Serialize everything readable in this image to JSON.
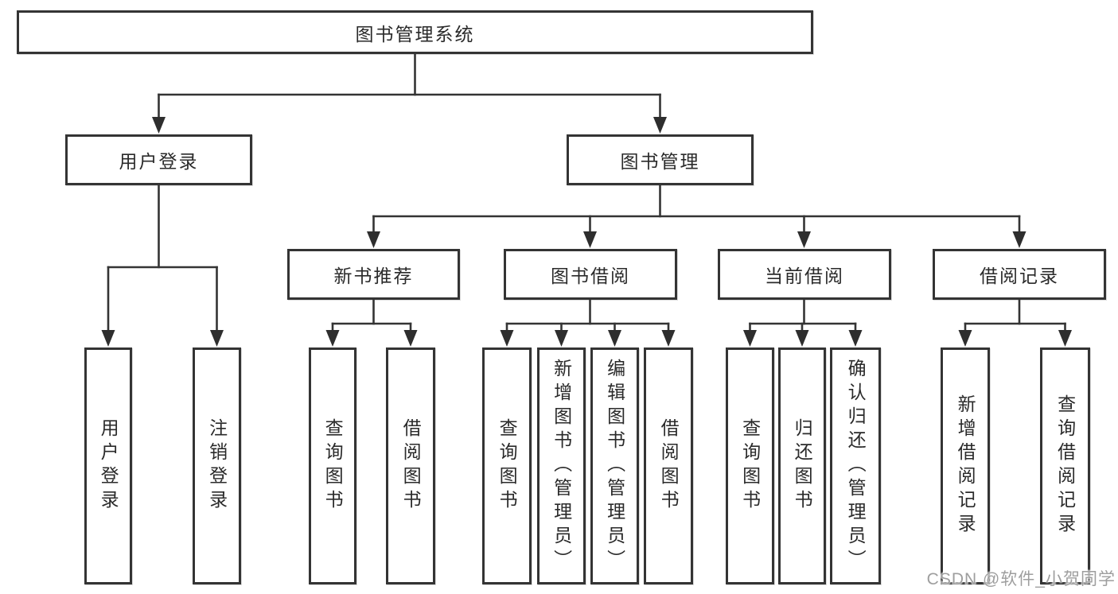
{
  "diagram": {
    "root": {
      "label": "图书管理系统"
    },
    "level2": [
      {
        "id": "user-login",
        "label": "用户登录"
      },
      {
        "id": "book-management",
        "label": "图书管理"
      }
    ],
    "level3": [
      {
        "id": "new-book-recommendation",
        "label": "新书推荐",
        "parent": "图书管理"
      },
      {
        "id": "book-borrowing",
        "label": "图书借阅",
        "parent": "图书管理"
      },
      {
        "id": "current-borrowing",
        "label": "当前借阅",
        "parent": "图书管理"
      },
      {
        "id": "borrowing-records",
        "label": "借阅记录",
        "parent": "图书管理"
      }
    ],
    "leaves": [
      {
        "id": "user-login-action",
        "label": "用户登录",
        "parent": "用户登录"
      },
      {
        "id": "logout-action",
        "label": "注销登录",
        "parent": "用户登录"
      },
      {
        "id": "query-books-recommend",
        "label": "查询图书",
        "parent": "新书推荐"
      },
      {
        "id": "borrow-books-recommend",
        "label": "借阅图书",
        "parent": "新书推荐"
      },
      {
        "id": "query-books-borrow",
        "label": "查询图书",
        "parent": "图书借阅"
      },
      {
        "id": "add-books-admin",
        "label": "新增图书（管理员）",
        "parent": "图书借阅"
      },
      {
        "id": "edit-books-admin",
        "label": "编辑图书（管理员）",
        "parent": "图书借阅"
      },
      {
        "id": "borrow-books-borrow",
        "label": "借阅图书",
        "parent": "图书借阅"
      },
      {
        "id": "query-books-current",
        "label": "查询图书",
        "parent": "当前借阅"
      },
      {
        "id": "return-books",
        "label": "归还图书",
        "parent": "当前借阅"
      },
      {
        "id": "confirm-return-admin",
        "label": "确认归还（管理员）",
        "parent": "当前借阅"
      },
      {
        "id": "add-borrow-record",
        "label": "新增借阅记录",
        "parent": "借阅记录"
      },
      {
        "id": "query-borrow-record",
        "label": "查询借阅记录",
        "parent": "借阅记录"
      }
    ]
  },
  "watermark": {
    "text": "CSDN @软件_小贺同学",
    "color": "#9e9e9e"
  },
  "colors": {
    "background": "#ffffff",
    "box_border": "#343434",
    "connector": "#343434",
    "text": "#2a2a2a"
  }
}
